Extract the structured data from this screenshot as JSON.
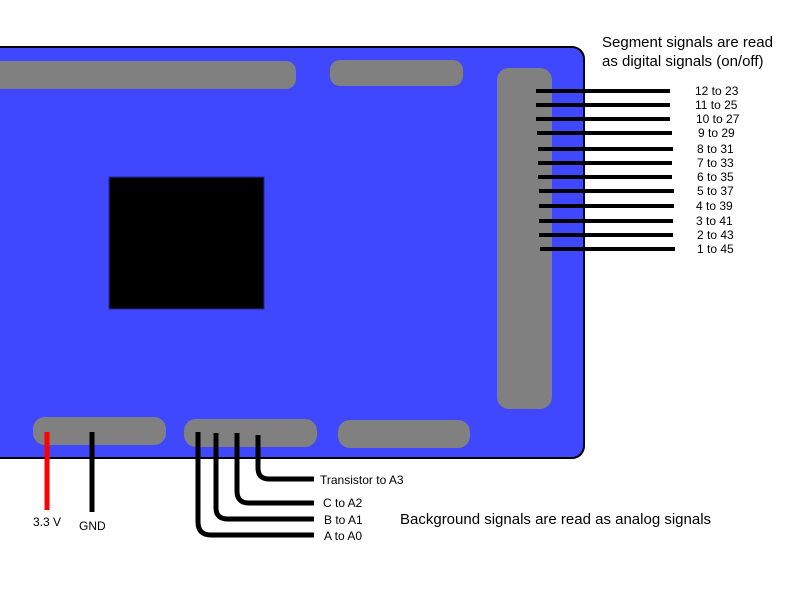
{
  "colors": {
    "board": "#4048ff",
    "header": "#808080",
    "chip": "#000000",
    "wire": "#000000",
    "power_wire": "#ff0000",
    "background": "#ffffff"
  },
  "notes": {
    "segment_line1": "Segment signals are read",
    "segment_line2": "as digital signals (on/off)",
    "background": "Background signals are read as analog signals"
  },
  "segment_wires": [
    {
      "label": "12 to 23"
    },
    {
      "label": "11 to 25"
    },
    {
      "label": "10 to 27"
    },
    {
      "label": "9 to 29"
    },
    {
      "label": "8 to 31"
    },
    {
      "label": "7 to 33"
    },
    {
      "label": "6 to 35"
    },
    {
      "label": "5 to 37"
    },
    {
      "label": "4 to 39"
    },
    {
      "label": "3 to 41"
    },
    {
      "label": "2 to 43"
    },
    {
      "label": "1 to 45"
    }
  ],
  "power_wires": [
    {
      "label": "3.3 V",
      "color": "#ff0000"
    },
    {
      "label": "GND",
      "color": "#000000"
    }
  ],
  "analog_wires": [
    {
      "label": "Transistor to A3"
    },
    {
      "label": "C to A2"
    },
    {
      "label": "B to A1"
    },
    {
      "label": "A to A0"
    }
  ]
}
